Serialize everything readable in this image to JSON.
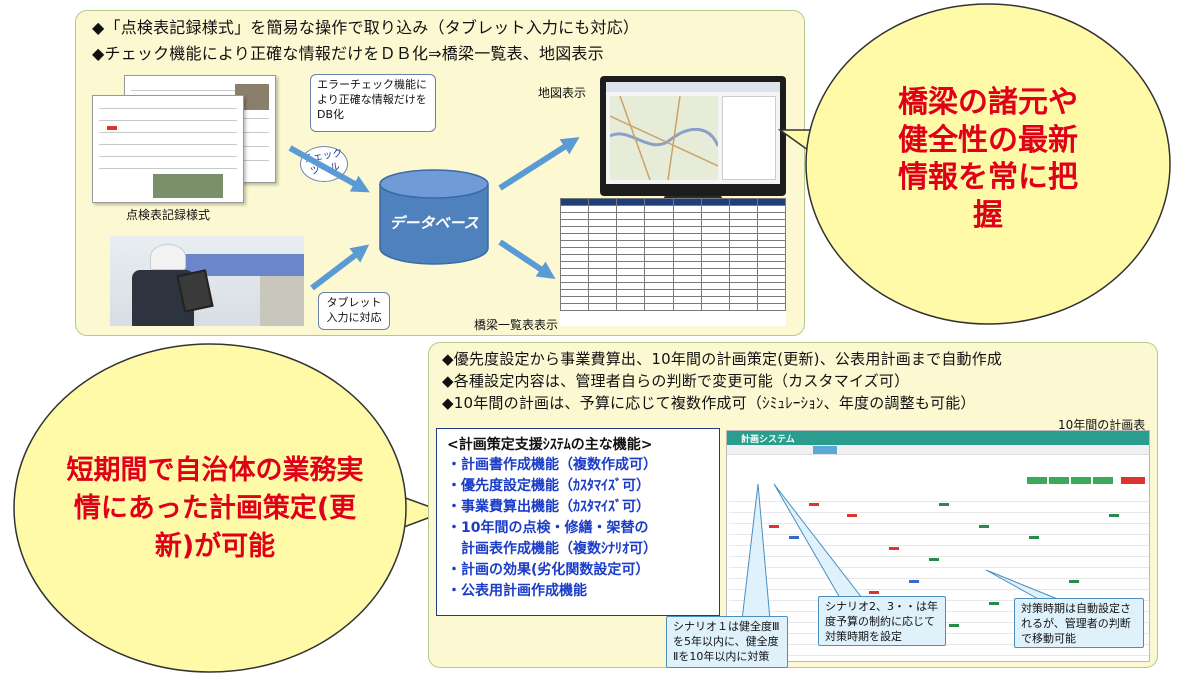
{
  "top_panel": {
    "bullets": [
      "◆「点検表記録様式」を簡易な操作で取り込み（タブレット入力にも対応）",
      "◆チェック機能により正確な情報だけをＤＢ化⇒橋梁一覧表、地図表示"
    ],
    "error_check_callout": "エラーチェック機能により正確な情報だけをDB化",
    "check_tool_label": "チェックツール",
    "form_label": "点検表記録様式",
    "database_label": "データベース",
    "tablet_callout": "タブレット入力に対応",
    "map_label": "地図表示",
    "bridge_list_label": "橋梁一覧表表示"
  },
  "right_bubble": {
    "text": "橋梁の諸元や健全性の最新情報を常に把握"
  },
  "left_bubble": {
    "text": "短期間で自治体の業務実情にあった計画策定(更新)が可能"
  },
  "bottom_panel": {
    "bullets": [
      "◆優先度設定から事業費算出、10年間の計画策定(更新)、公表用計画まで自動作成",
      "◆各種設定内容は、管理者自らの判断で変更可能（カスタマイズ可）",
      "◆10年間の計画は、予算に応じて複数作成可（ｼﾐｭﾚｰｼｮﾝ、年度の調整も可能）"
    ],
    "plan_table_label": "10年間の計画表",
    "functions_title": "<計画策定支援ｼｽﾃﾑの主な機能>",
    "functions": [
      "・計画書作成機能（複数作成可）",
      "・優先度設定機能（ｶｽﾀﾏｲｽﾞ可）",
      "・事業費算出機能（ｶｽﾀﾏｲｽﾞ可）",
      "・10年間の点検・修繕・架替の",
      "　計画表作成機能（複数ｼﾅﾘｵ可）",
      "・計画の効果(劣化関数設定可）",
      "・公表用計画作成機能"
    ],
    "callouts": {
      "scenario1": "シナリオ１は健全度Ⅲを5年以内に、健全度Ⅱを10年以内に対策",
      "scenario2": "シナリオ2、3・・は年度予算の制約に応じて対策時期を設定",
      "timing": "対策時期は自動設定されるが、管理者の判断で移動可能"
    },
    "app_title": "計画システム"
  },
  "colors": {
    "panel_bg": "#fcf8d2",
    "bubble_bg": "#fffaa8",
    "accent_red": "#e0001a",
    "function_blue": "#1a3cc8",
    "arrow_blue": "#5b9bd5",
    "db_blue": "#4f81bd",
    "app_teal": "#2a9d8f"
  }
}
